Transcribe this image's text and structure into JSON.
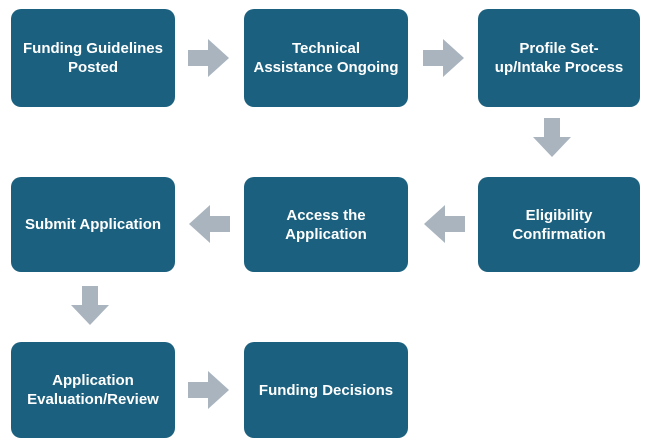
{
  "colors": {
    "node_fill": "#1B617F",
    "node_text": "#FFFFFF",
    "arrow_fill": "#A9B4BF",
    "background": "#FFFFFF"
  },
  "diagram_type": "flowchart",
  "nodes": [
    {
      "label": "Funding Guidelines\nPosted"
    },
    {
      "label": "Technical\nAssistance Ongoing"
    },
    {
      "label": "Profile Set-\nup/Intake Process"
    },
    {
      "label": "Eligibility\nConfirmation"
    },
    {
      "label": "Access the\nApplication"
    },
    {
      "label": "Submit Application"
    },
    {
      "label": "Application\nEvaluation/Review"
    },
    {
      "label": "Funding Decisions"
    }
  ],
  "connections": [
    {
      "from": "Funding Guidelines Posted",
      "to": "Technical Assistance Ongoing",
      "direction": "right"
    },
    {
      "from": "Technical Assistance Ongoing",
      "to": "Profile Set-up/Intake Process",
      "direction": "right"
    },
    {
      "from": "Profile Set-up/Intake Process",
      "to": "Eligibility Confirmation",
      "direction": "down"
    },
    {
      "from": "Eligibility Confirmation",
      "to": "Access the Application",
      "direction": "left"
    },
    {
      "from": "Access the Application",
      "to": "Submit Application",
      "direction": "left"
    },
    {
      "from": "Submit Application",
      "to": "Application Evaluation/Review",
      "direction": "down"
    },
    {
      "from": "Application Evaluation/Review",
      "to": "Funding Decisions",
      "direction": "right"
    }
  ]
}
